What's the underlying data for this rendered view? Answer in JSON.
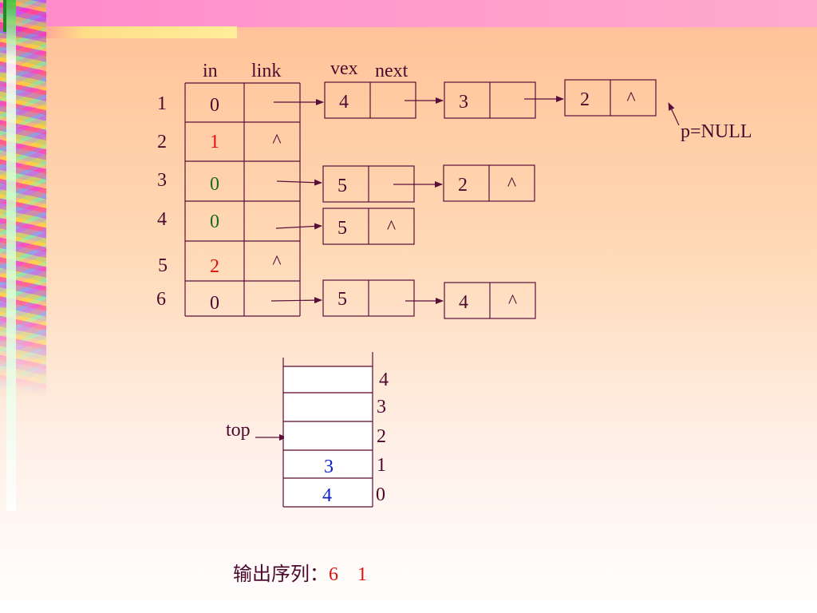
{
  "headers": {
    "in": "in",
    "link": "link",
    "vex": "vex",
    "next": "next"
  },
  "table": {
    "rows": [
      {
        "index": "1",
        "in": "0",
        "in_color": "default",
        "link": ""
      },
      {
        "index": "2",
        "in": "1",
        "in_color": "red",
        "link": "^"
      },
      {
        "index": "3",
        "in": "0",
        "in_color": "green",
        "link": ""
      },
      {
        "index": "4",
        "in": "0",
        "in_color": "green",
        "link": ""
      },
      {
        "index": "5",
        "in": "2",
        "in_color": "red",
        "link": "^"
      },
      {
        "index": "6",
        "in": "0",
        "in_color": "default",
        "link": ""
      }
    ]
  },
  "lists": {
    "row1": [
      {
        "vex": "4",
        "next": ""
      },
      {
        "vex": "3",
        "next": ""
      },
      {
        "vex": "2",
        "next": "^"
      }
    ],
    "row3": [
      {
        "vex": "5",
        "next": ""
      },
      {
        "vex": "2",
        "next": "^"
      }
    ],
    "row4": [
      {
        "vex": "5",
        "next": "^"
      }
    ],
    "row6": [
      {
        "vex": "5",
        "next": ""
      },
      {
        "vex": "4",
        "next": "^"
      }
    ]
  },
  "pointer_note": "p=NULL",
  "stack": {
    "top_label": "top",
    "slots": [
      "",
      "",
      "",
      "3",
      "4"
    ],
    "indices": [
      "4",
      "3",
      "2",
      "1",
      "0"
    ]
  },
  "output": {
    "label": "输出序列：",
    "values": [
      "6",
      "1"
    ]
  },
  "colors": {
    "stroke": "#5a0f3a",
    "text": "#4b0a2e",
    "red": "#e01010",
    "green": "#1a6b1a",
    "blue": "#1020c8"
  }
}
